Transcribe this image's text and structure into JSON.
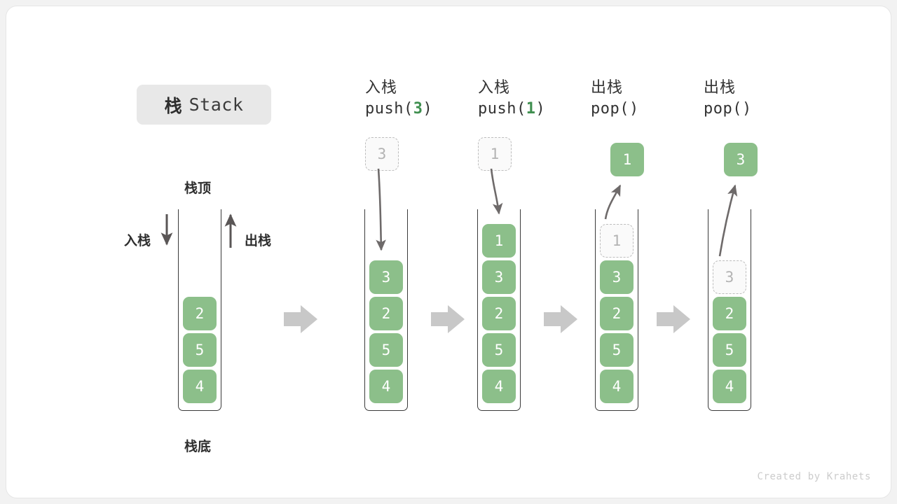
{
  "title": {
    "cn": "栈",
    "en": "Stack"
  },
  "labels": {
    "top": "栈顶",
    "bottom": "栈底",
    "push_side": "入栈",
    "pop_side": "出栈"
  },
  "colors": {
    "node_green": "#8cbf8a",
    "accent_green": "#3f8f4f",
    "ghost_fill": "#fafafa",
    "ghost_border": "#bdbdbd",
    "wall": "#3a3a3a",
    "step_arrow": "#c8c8c8",
    "curve_arrow": "#6e6a6a",
    "badge_bg": "#e8e8e8",
    "card_bg": "#ffffff",
    "page_bg": "#f2f2f2"
  },
  "stages": [
    {
      "id": "initial",
      "head_line1": "",
      "head_line2": "",
      "head_arg": "",
      "nodes": [
        "2",
        "5",
        "4"
      ],
      "ghost_node": null,
      "floating_node": null,
      "direction": ""
    },
    {
      "id": "push-3",
      "head_line1": "入栈",
      "head_line2_pre": "push(",
      "head_arg": "3",
      "head_line2_post": ")",
      "nodes": [
        "3",
        "2",
        "5",
        "4"
      ],
      "ghost_node": null,
      "floating_node": "3",
      "direction": "push"
    },
    {
      "id": "push-1",
      "head_line1": "入栈",
      "head_line2_pre": "push(",
      "head_arg": "1",
      "head_line2_post": ")",
      "nodes": [
        "1",
        "3",
        "2",
        "5",
        "4"
      ],
      "ghost_node": null,
      "floating_node": "1",
      "direction": "push"
    },
    {
      "id": "pop-1",
      "head_line1": "出栈",
      "head_line2_pre": "pop(",
      "head_arg": "",
      "head_line2_post": ")",
      "nodes": [
        "3",
        "2",
        "5",
        "4"
      ],
      "ghost_node": "1",
      "floating_node": "1",
      "direction": "pop"
    },
    {
      "id": "pop-3",
      "head_line1": "出栈",
      "head_line2_pre": "pop(",
      "head_arg": "",
      "head_line2_post": ")",
      "nodes": [
        "2",
        "5",
        "4"
      ],
      "ghost_node": "3",
      "floating_node": "3",
      "direction": "pop"
    }
  ],
  "credit": "Created by Krahets"
}
